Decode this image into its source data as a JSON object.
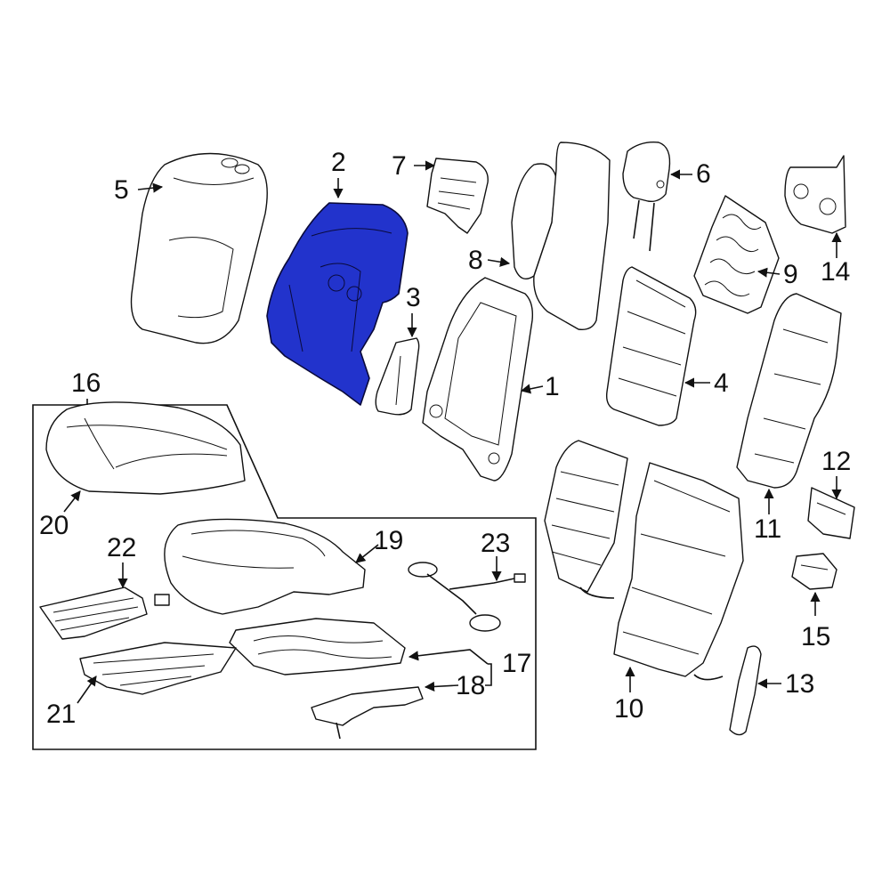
{
  "diagram": {
    "highlight_color": "#2233cc",
    "highlighted_part": "2",
    "callouts": {
      "c1": "1",
      "c2": "2",
      "c3": "3",
      "c4": "4",
      "c5": "5",
      "c6": "6",
      "c7": "7",
      "c8": "8",
      "c9": "9",
      "c10": "10",
      "c11": "11",
      "c12": "12",
      "c13": "13",
      "c14": "14",
      "c15": "15",
      "c16": "16",
      "c17": "17",
      "c18": "18",
      "c19": "19",
      "c20": "20",
      "c21": "21",
      "c22": "22",
      "c23": "23"
    }
  }
}
